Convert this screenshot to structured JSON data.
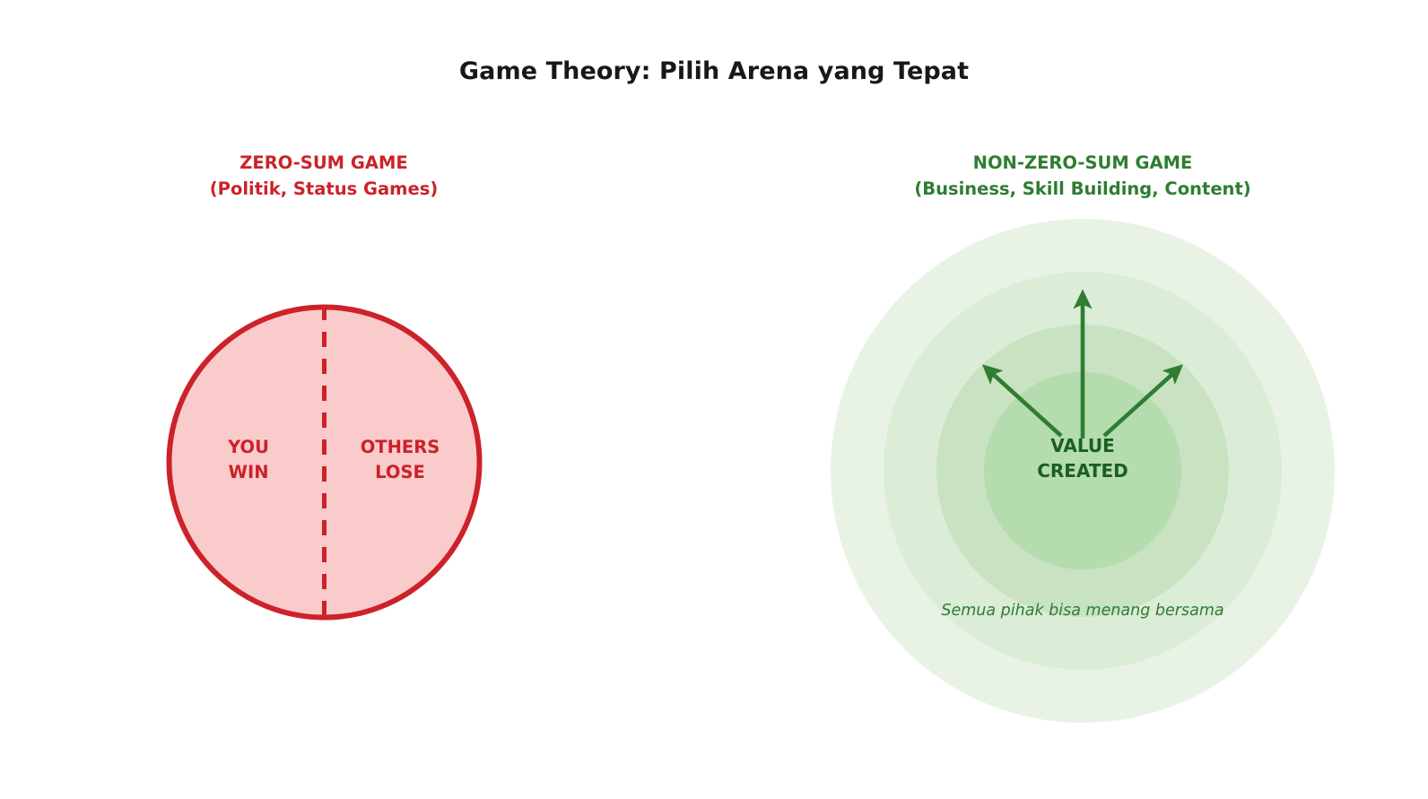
{
  "title": "Game Theory: Pilih Arena yang Tepat",
  "colors": {
    "title": "#15191c",
    "zero_sum_accent": "#cc2229",
    "zero_sum_fill": "#facbcb",
    "non_zero_sum_accent": "#2e7d32",
    "non_zero_sum_dark": "#1b5e20",
    "non_zero_sum_ring_1": "#e8f3e6",
    "non_zero_sum_ring_2": "#dbecd7",
    "non_zero_sum_ring_3": "#c8e2c2",
    "non_zero_sum_ring_4": "#b4dcaf",
    "background": "#ffffff"
  },
  "zero_sum": {
    "heading_line1": "ZERO-SUM GAME",
    "heading_line2": "(Politik, Status Games)",
    "left_half_label": "YOU\nWIN",
    "right_half_label": "OTHERS\nLOSE",
    "divider": "dashed-vertical-line"
  },
  "non_zero_sum": {
    "heading_line1": "NON-ZERO-SUM GAME",
    "heading_line2": "(Business, Skill Building, Content)",
    "center_label": "VALUE\nCREATED",
    "caption": "Semua pihak bisa menang bersama",
    "ring_count": 4,
    "arrow_count": 3,
    "arrow_directions": [
      "up-left",
      "up",
      "up-right"
    ]
  },
  "chart_data": {
    "type": "diagram",
    "title": "Game Theory: Pilih Arena yang Tepat",
    "panels": [
      {
        "name": "zero-sum",
        "title": "ZERO-SUM GAME",
        "subtitle": "(Politik, Status Games)",
        "shape": "single circle split by dashed vertical line",
        "segments": [
          "YOU WIN",
          "OTHERS LOSE"
        ],
        "accent_color": "#cc2229"
      },
      {
        "name": "non-zero-sum",
        "title": "NON-ZERO-SUM GAME",
        "subtitle": "(Business, Skill Building, Content)",
        "shape": "four concentric circles with expanding arrows",
        "center_label": "VALUE CREATED",
        "caption": "Semua pihak bisa menang bersama",
        "accent_color": "#2e7d32"
      }
    ]
  }
}
